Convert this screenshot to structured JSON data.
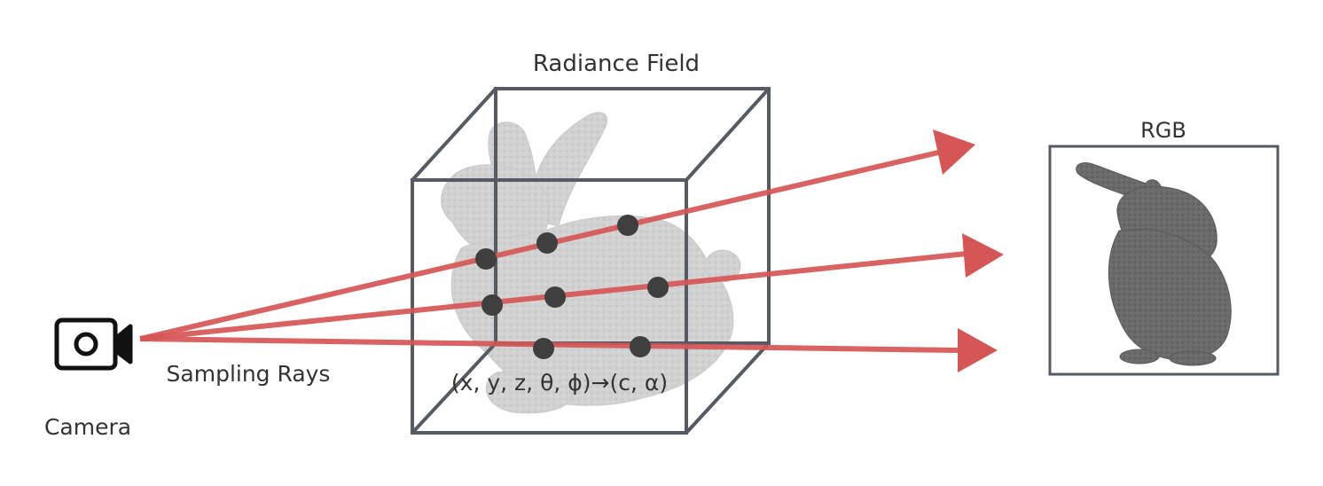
{
  "labels": {
    "radiance_field": "Radiance Field",
    "rgb": "RGB",
    "sampling_rays": "Sampling Rays",
    "camera": "Camera",
    "formula": "(x, y, z, θ, ϕ)→(c, α)"
  },
  "colors": {
    "ray": "#d65656",
    "box_stroke": "#555a63",
    "sample_point": "#3f3f3f",
    "bunny_field": "#c8c8c8",
    "bunny_rgb": "#676767"
  },
  "icons": {
    "camera": "camera-icon"
  }
}
